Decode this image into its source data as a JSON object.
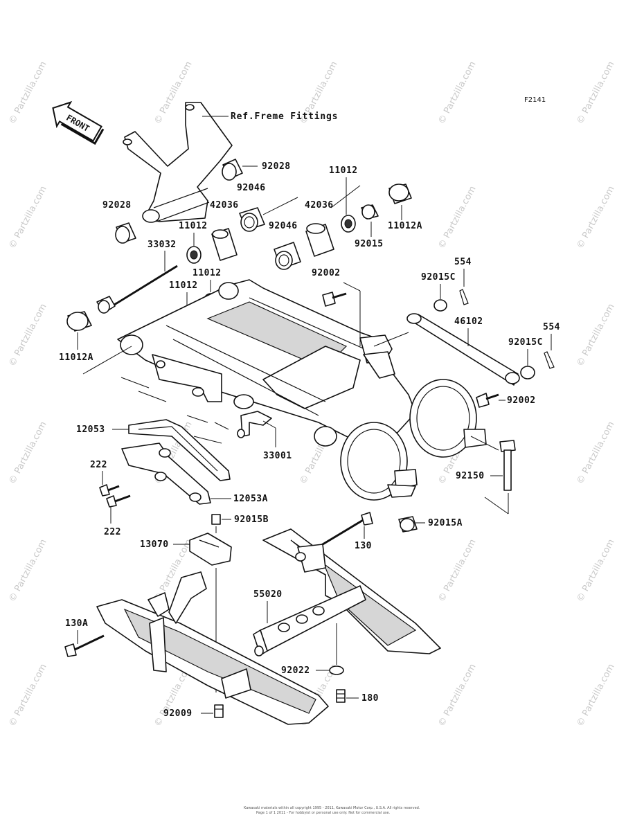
{
  "figure_code": "F2141",
  "reference_label": "Ref.Freme Fittings",
  "front_arrow_label": "FRONT",
  "watermark_text": "© Partzilla.com",
  "footer_line_1": "Kawasaki materials within all copyright 1995 - 2011, Kawasaki Motor Corp., U.S.A. All rights reserved.",
  "footer_line_2": "Page 1 of 1 2011 - For hobbyist or personal use only. Not for commercial use.",
  "part_numbers": {
    "p92028_upper": "92028",
    "p92046_upper": "92046",
    "p11012_upper_right": "11012",
    "p92028_left": "92028",
    "p42036_left": "42036",
    "p42036_right": "42036",
    "p11012a_upper_right": "11012A",
    "p11012_left": "11012",
    "p92046_mid": "92046",
    "p92015": "92015",
    "p33032": "33032",
    "p11012_mid": "11012",
    "p554_upper": "554",
    "p92002_upper": "92002",
    "p92015c_upper": "92015C",
    "p11012_lower_left": "11012",
    "p46102": "46102",
    "p554_lower": "554",
    "p92015c_lower": "92015C",
    "p11012a_left": "11012A",
    "p92002_lower": "92002",
    "p12053": "12053",
    "p33001": "33001",
    "p222_upper": "222",
    "p92150": "92150",
    "p12053a": "12053A",
    "p92015b": "92015B",
    "p92015a": "92015A",
    "p222_lower": "222",
    "p13070": "13070",
    "p130": "130",
    "p55020": "55020",
    "p130a": "130A",
    "p92022": "92022",
    "p180": "180",
    "p92009": "92009"
  }
}
